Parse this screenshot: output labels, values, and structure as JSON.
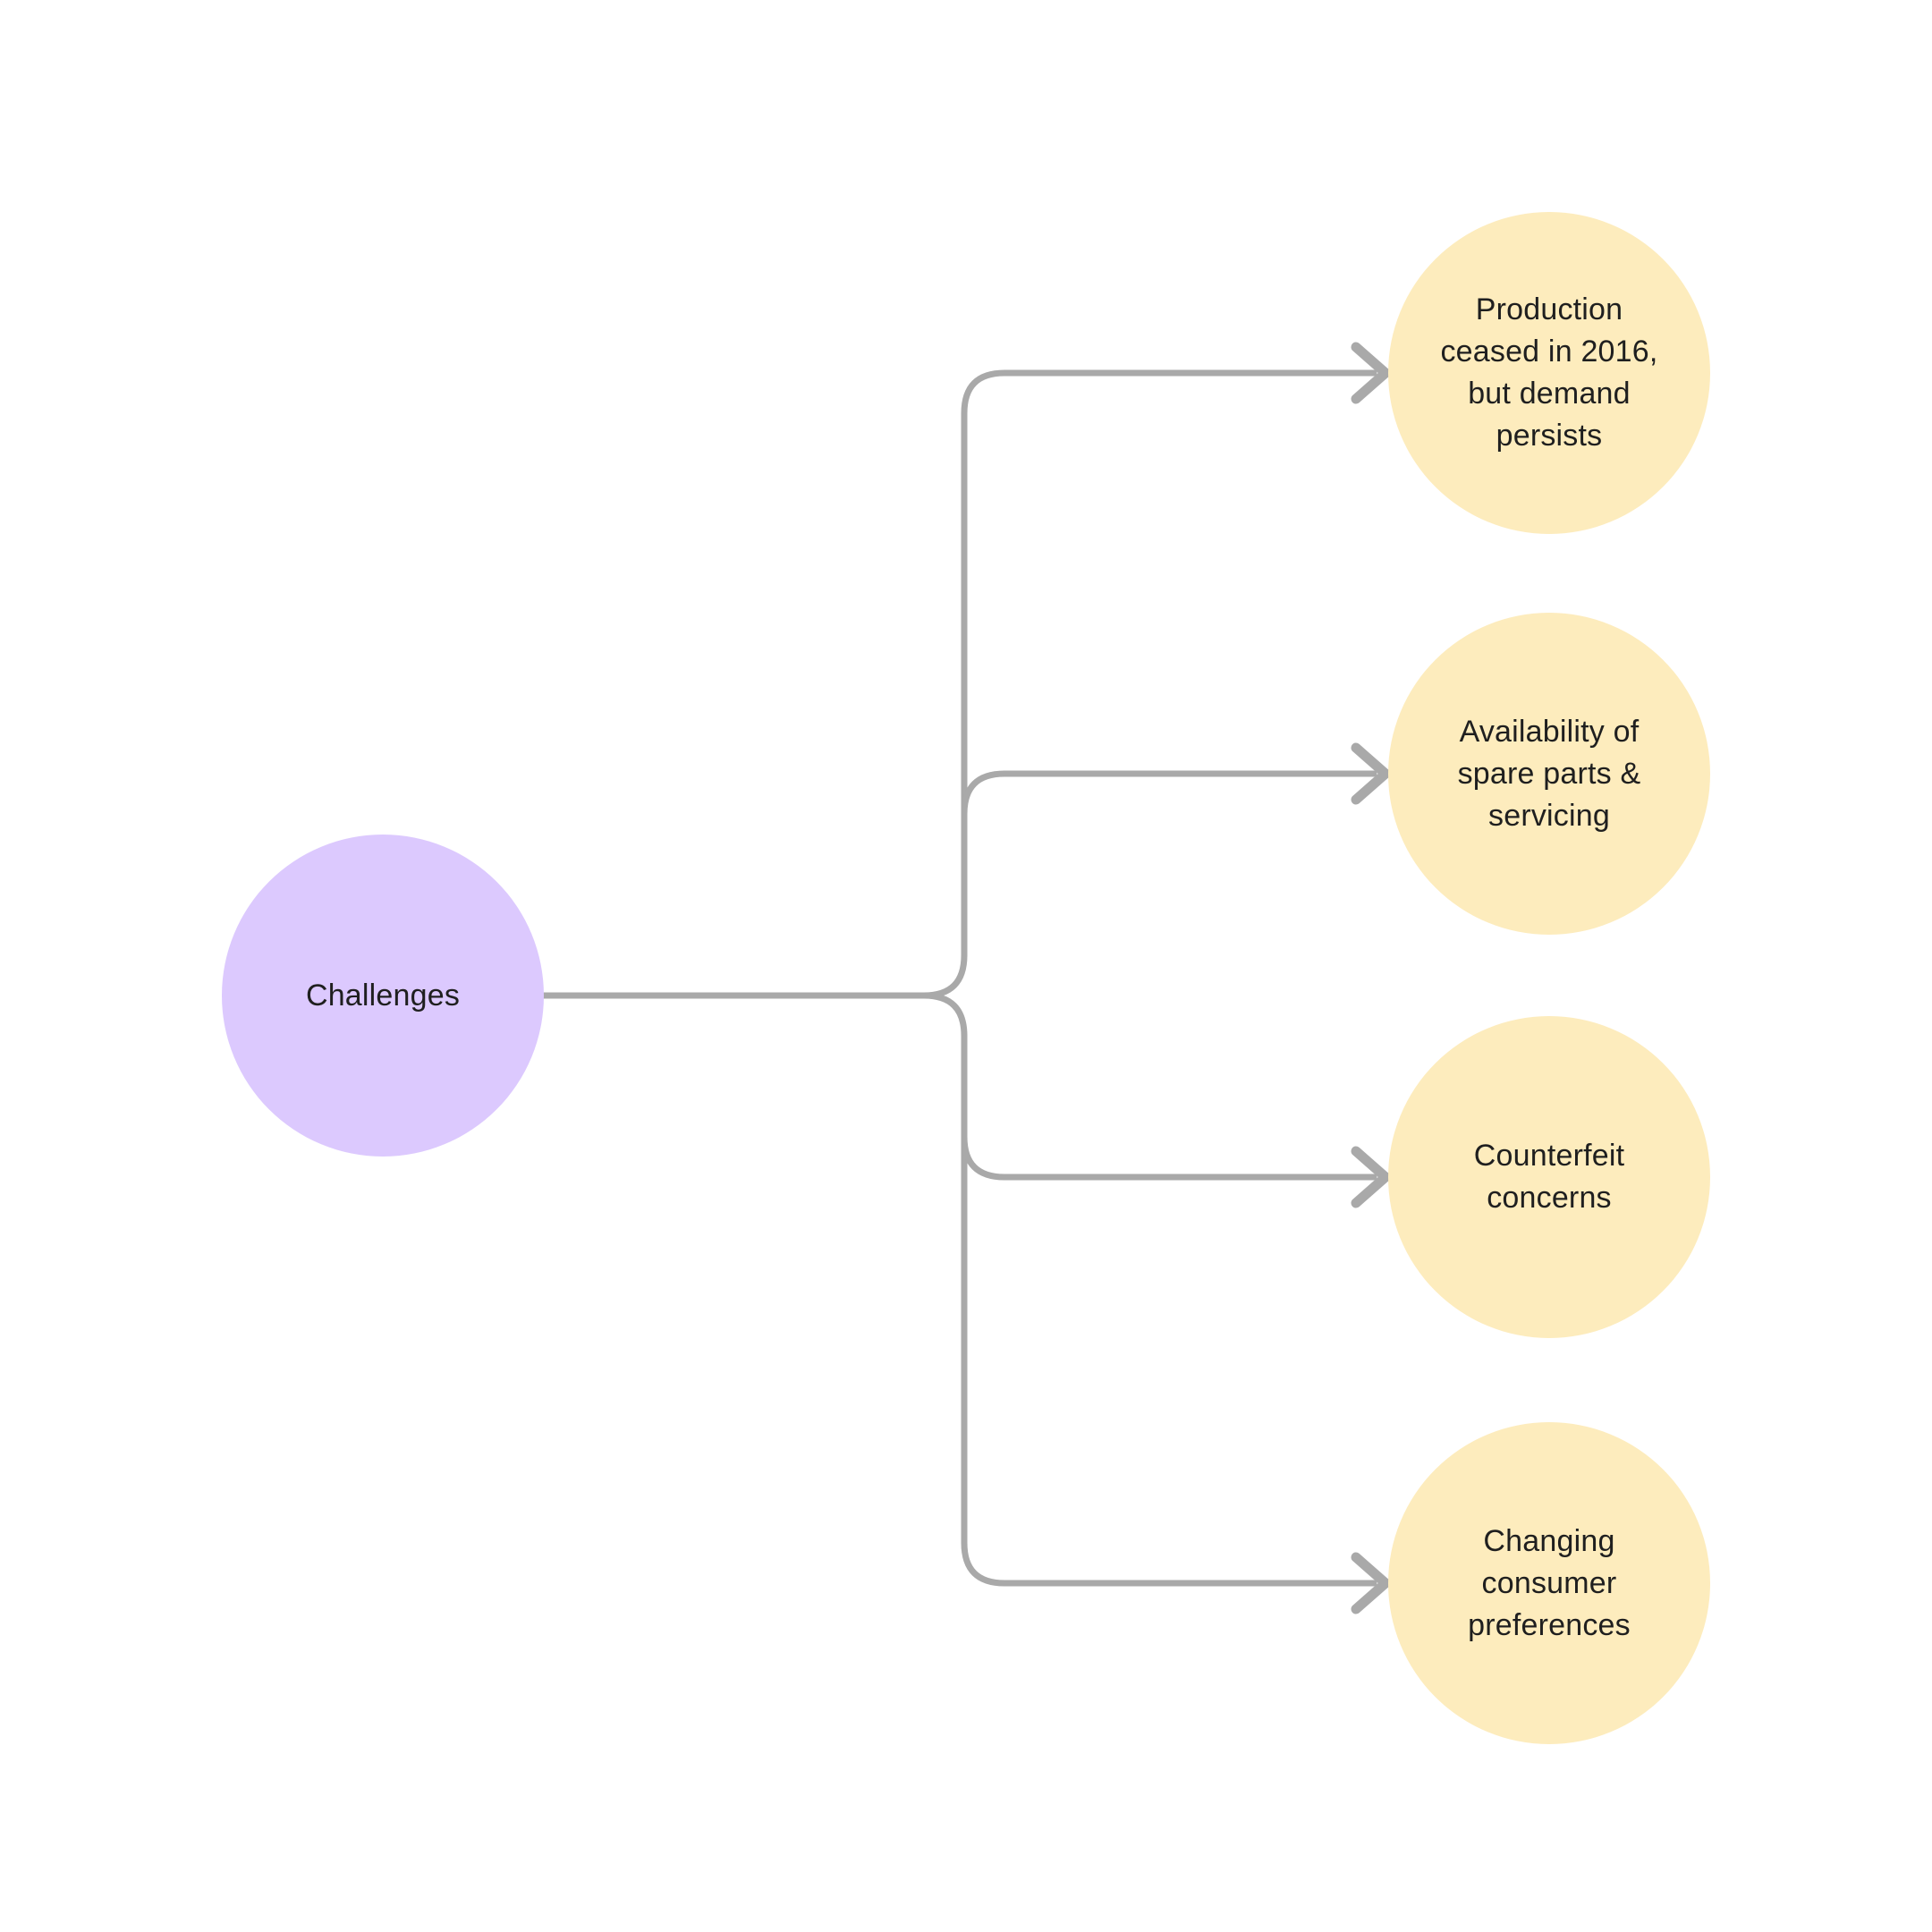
{
  "diagram": {
    "background_color": "#ffffff",
    "connector_color": "#a9a9a9",
    "text_color": "#1f1f1f",
    "root": {
      "label": "Challenges",
      "fill_color": "#dcc9fe"
    },
    "children": [
      {
        "label": "Production\nceased in 2016,\nbut demand\npersists",
        "fill_color": "#fdecbd"
      },
      {
        "label": "Availability of\nspare parts &\nservicing",
        "fill_color": "#fdecbd"
      },
      {
        "label": "Counterfeit\nconcerns",
        "fill_color": "#fdecbd"
      },
      {
        "label": "Changing\nconsumer\npreferences",
        "fill_color": "#fdecbd"
      }
    ]
  }
}
